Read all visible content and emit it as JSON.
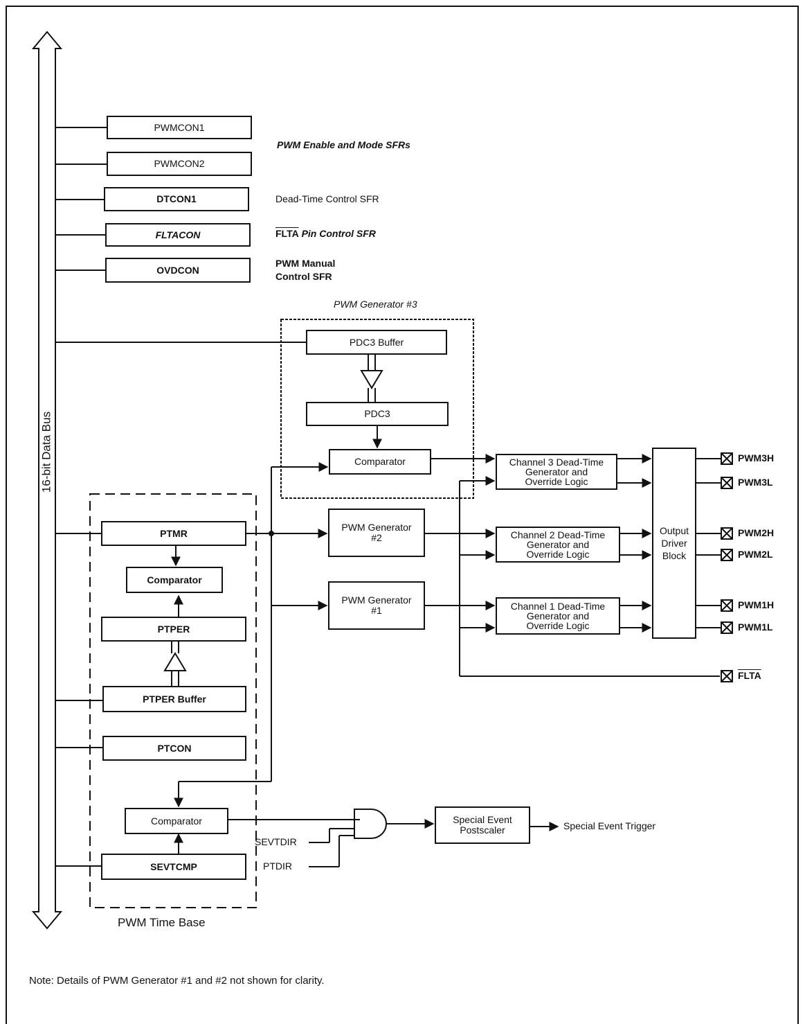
{
  "bus_label": "16-bit Data Bus",
  "registers": {
    "pwmcon1": "PWMCON1",
    "pwmcon2": "PWMCON2",
    "dtcon1": "DTCON1",
    "fltacon": "FLTACON",
    "ovdcon": "OVDCON"
  },
  "register_descriptions": {
    "pwm_enable": "PWM Enable and Mode SFRs",
    "dead_time": "Dead-Time Control SFR",
    "flta_overline": "FLTA",
    "flta_rest": " Pin Control SFR",
    "manual_line1": "PWM Manual",
    "manual_line2": "Control SFR"
  },
  "generator3": {
    "title": "PWM Generator #3",
    "pdc3_buffer": "PDC3 Buffer",
    "pdc3": "PDC3",
    "comparator": "Comparator"
  },
  "generator2": {
    "line1": "PWM Generator",
    "line2": "#2"
  },
  "generator1": {
    "line1": "PWM Generator",
    "line2": "#1"
  },
  "dead_time": {
    "ch3": [
      "Channel 3 Dead-Time",
      "Generator and",
      "Override Logic"
    ],
    "ch2": [
      "Channel 2 Dead-Time",
      "Generator and",
      "Override Logic"
    ],
    "ch1": [
      "Channel 1 Dead-Time",
      "Generator and",
      "Override Logic"
    ]
  },
  "output_driver": [
    "Output",
    "Driver",
    "Block"
  ],
  "pins": {
    "pwm3h": "PWM3H",
    "pwm3l": "PWM3L",
    "pwm2h": "PWM2H",
    "pwm2l": "PWM2L",
    "pwm1h": "PWM1H",
    "pwm1l": "PWM1L",
    "flta": "FLTA"
  },
  "time_base": {
    "title": "PWM Time Base",
    "ptmr": "PTMR",
    "comparator": "Comparator",
    "ptper": "PTPER",
    "ptper_buffer": "PTPER Buffer",
    "ptcon": "PTCON",
    "sevtcmp": "SEVTCMP",
    "comparator2": "Comparator"
  },
  "special_event": {
    "sevtdir": "SEVTDIR",
    "ptdir": "PTDIR",
    "postscaler": [
      "Special Event",
      "Postscaler"
    ],
    "trigger": "Special Event Trigger"
  },
  "note": "Note: Details of PWM Generator #1 and #2 not shown for clarity."
}
